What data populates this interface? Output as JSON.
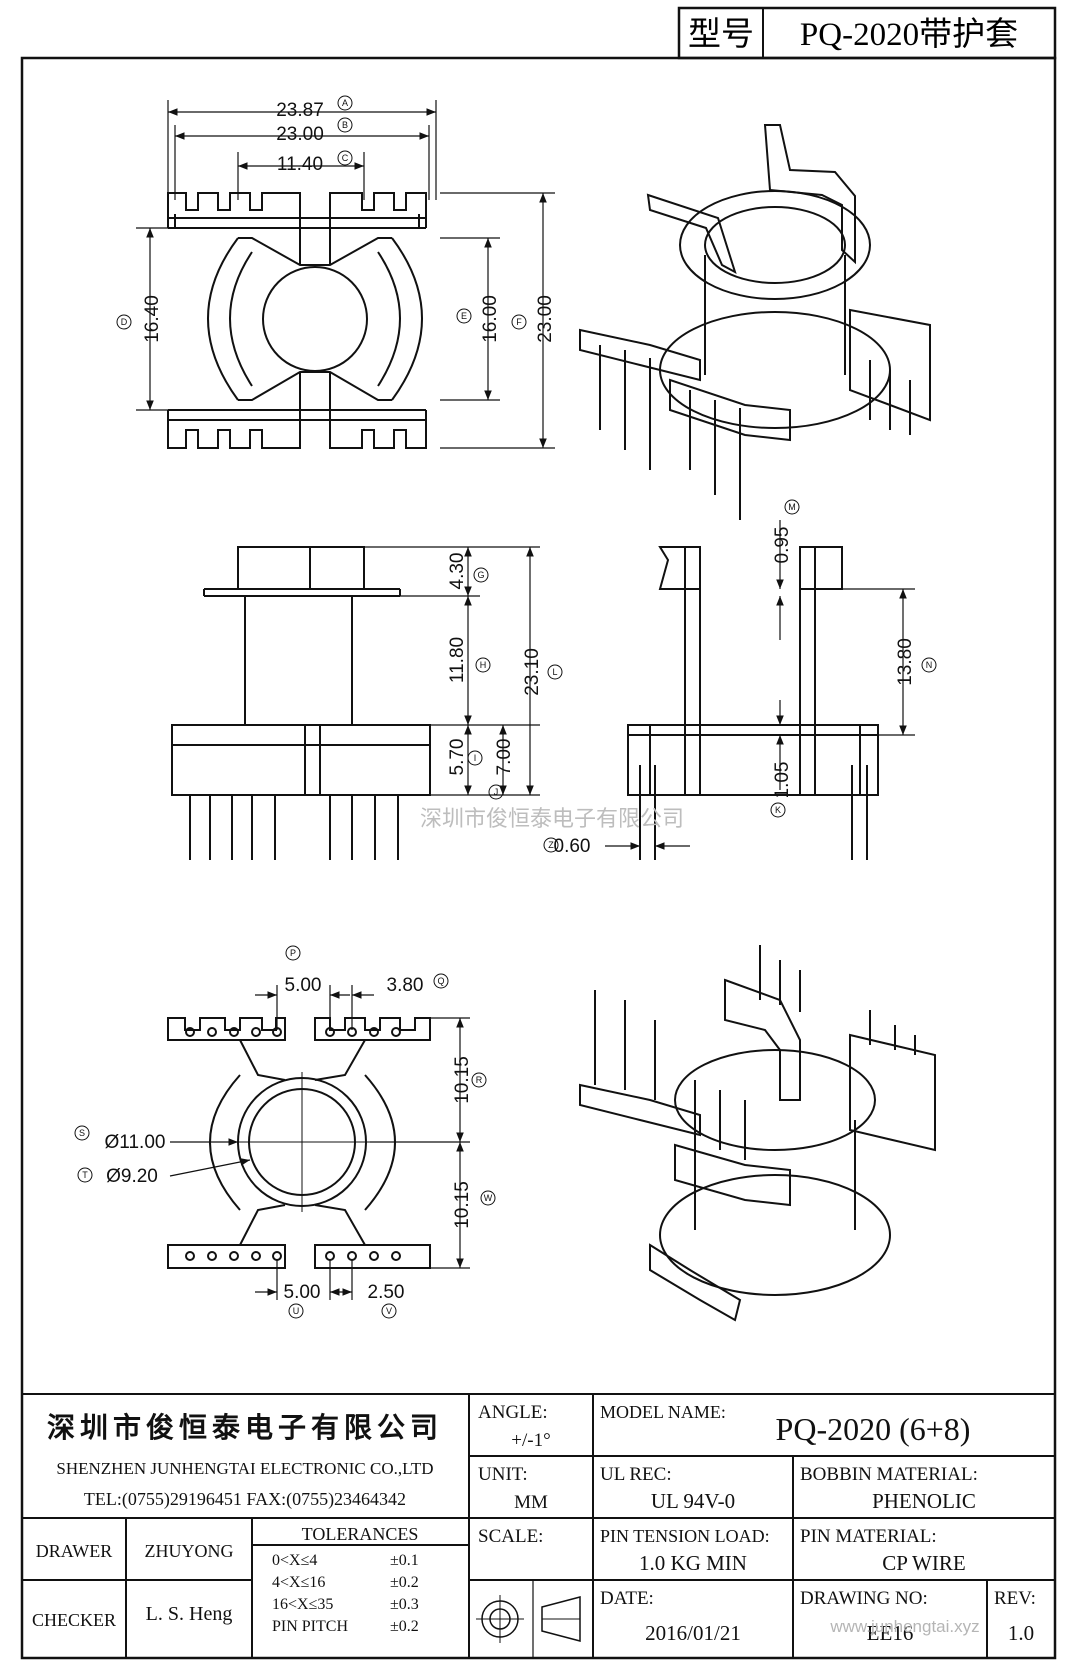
{
  "header": {
    "type_label": "型号",
    "type_value": "PQ-2020带护套"
  },
  "dims": {
    "top_view": {
      "d_23_87": "23.87",
      "d_23_00_top": "23.00",
      "d_11_40": "11.40",
      "d_16_40": "16.40",
      "d_16_00": "16.00",
      "d_23_00_side": "23.00"
    },
    "front_view": {
      "d_4_30": "4.30",
      "d_11_80": "11.80",
      "d_23_10": "23.10",
      "d_5_70": "5.70",
      "d_7_00": "7.00"
    },
    "side_view": {
      "d_0_95": "0.95",
      "d_13_80": "13.80",
      "d_1_05": "1.05",
      "d_0_60": "0.60"
    },
    "bottom_view": {
      "d_5_00_top": "5.00",
      "d_3_80": "3.80",
      "d_10_15_up": "10.15",
      "d_10_15_down": "10.15",
      "d_dia_11": "Ø11.00",
      "d_dia_9_2": "Ø9.20",
      "d_5_00_bot": "5.00",
      "d_2_50": "2.50"
    },
    "markers": [
      "A",
      "B",
      "C",
      "D",
      "E",
      "F",
      "G",
      "H",
      "L",
      "I",
      "J",
      "M",
      "N",
      "K",
      "Z",
      "P",
      "Q",
      "R",
      "S",
      "T",
      "W",
      "U",
      "V"
    ]
  },
  "watermark": "深圳市俊恒泰电子有限公司",
  "title_block": {
    "company_cn": "深圳市俊恒泰电子有限公司",
    "company_en": "SHENZHEN  JUNHENGTAI  ELECTRONIC  CO.,LTD",
    "contact": "TEL:(0755)29196451  FAX:(0755)23464342",
    "angle_label": "ANGLE:",
    "angle_value": "+/-1°",
    "model_label": "MODEL NAME:",
    "model_value": "PQ-2020 (6+8)",
    "unit_label": "UNIT:",
    "unit_value": "MM",
    "ul_label": "UL  REC:",
    "ul_value": "UL  94V-0",
    "bobbin_label": "BOBBIN MATERIAL:",
    "bobbin_value": "PHENOLIC",
    "drawer_label": "DRAWER",
    "drawer_value": "ZHUYONG",
    "tol_label": "TOLERANCES",
    "tolerances": [
      {
        "range": "0<X≤4",
        "value": "±0.1"
      },
      {
        "range": "4<X≤16",
        "value": "±0.2"
      },
      {
        "range": "16<X≤35",
        "value": "±0.3"
      },
      {
        "range": "PIN PITCH",
        "value": "±0.2"
      }
    ],
    "scale_label": "SCALE:",
    "pin_tension_label": "PIN TENSION LOAD:",
    "pin_tension_value": "1.0 KG MIN",
    "pin_material_label": "PIN MATERIAL:",
    "pin_material_value": "CP WIRE",
    "checker_label": "CHECKER",
    "checker_value": "L. S. Heng",
    "date_label": "DATE:",
    "date_value": "2016/01/21",
    "drawing_no_label": "DRAWING NO:",
    "drawing_no_value": "EE16",
    "rev_label": "REV:",
    "rev_value": "1.0",
    "site_watermark": "www.junhengtai.xyz"
  }
}
